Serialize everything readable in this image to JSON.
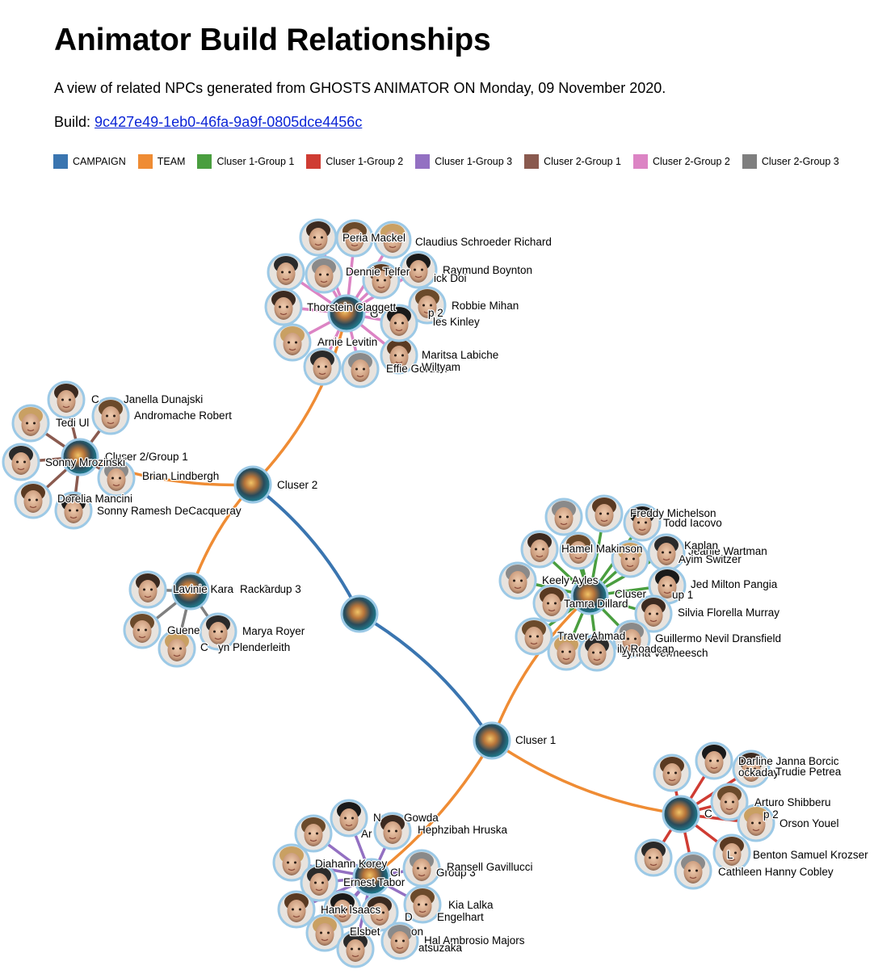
{
  "header": {
    "title": "Animator Build Relationships",
    "subtitle": "A view of related NPCs generated from GHOSTS ANIMATOR ON Monday, 09 November 2020.",
    "build_label": "Build:",
    "build_id": "9c427e49-1eb0-46fa-9a9f-0805dce4456c"
  },
  "legend": [
    {
      "label": "CAMPAIGN",
      "color": "#3a75b0"
    },
    {
      "label": "TEAM",
      "color": "#ef8c34"
    },
    {
      "label": "Cluser 1-Group 1",
      "color": "#4a9e3f"
    },
    {
      "label": "Cluser 1-Group 2",
      "color": "#cf3c33"
    },
    {
      "label": "Cluser 1-Group 3",
      "color": "#9370c2"
    },
    {
      "label": "Cluser 2-Group 1",
      "color": "#8a5a4f"
    },
    {
      "label": "Cluser 2-Group 2",
      "color": "#dc84c4"
    },
    {
      "label": "Cluser 2-Group 3",
      "color": "#7f7f7f"
    }
  ],
  "labels": {
    "cluster2": "Cluser 2",
    "cluster1": "Cluser 1",
    "c2g1": "Cluser 2/Group 1",
    "c2g3": "Group 3",
    "c1g1": "Cluser",
    "c1g1b": "up 1",
    "c1g2": "C",
    "c1g2b": "p 2",
    "c1g3": "Cl",
    "c1g3b": "Group 3",
    "c2g2": "G",
    "c2g2b": "p 2"
  },
  "npcs": [
    "Peria Mackel",
    "Claudius Schroeder Richard",
    "Dennie Telfer",
    "Raymund Boynton",
    "ick Doi",
    "Thorstein Claggett",
    "Robbie Mihan",
    "les Kinley",
    "Arnie Levitin",
    "Maritsa Labiche",
    "Effie Gordon",
    "Wiltyam",
    "Janella Dunajski",
    "Andromache Robert",
    "Tedi Ul",
    "Sonny Mrozinski",
    "Brian Lindbergh",
    "Dorelia Mancini",
    "Sonny Ramesh DeCacqueray",
    "C",
    "Lavinie Kara",
    "Rackard",
    "Guene",
    "Marya Royer",
    "yn Plenderleith",
    "C",
    "Freddy Michelson",
    "Todd Iacovo",
    "Hamel Makinson",
    "Jeanie Wartman",
    "Kaplan",
    "Ayim Switzer",
    "Keely Ayles",
    "Jed Milton Pangia",
    "Tamra Dillard",
    "Silvia Florella Murray",
    "Traver Ahmad",
    "Guillermo Nevil Dransfield",
    "Lynna Vermeesch",
    "ily Roadcap",
    "Darline Janna Borcic",
    "ockaday",
    "Trudie Petrea",
    "Arturo Shibberu",
    "Orson Youel",
    "Benton Samuel Krozser",
    "Cathleen Hanny Cobley",
    "L",
    "N",
    "Gowda",
    "Hephzibah Hruska",
    "Ar",
    "Diahann Korey",
    "Ransell Gavillucci",
    "Ernest Tabor",
    "Kia Lalka",
    "Hank Isaacs",
    "D",
    "Engelhart",
    "Elsbet",
    "on",
    "Hal Ambrosio Majors",
    "atsuzaka"
  ]
}
